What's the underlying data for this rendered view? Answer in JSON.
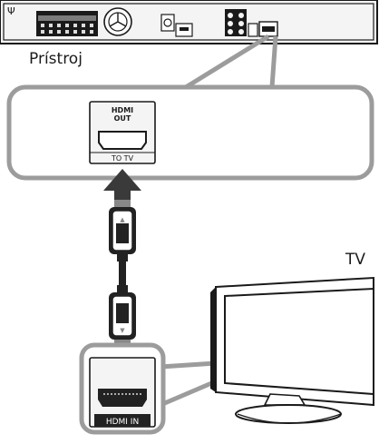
{
  "labels": {
    "device": "Prístroj",
    "tv": "TV"
  },
  "ports": {
    "device_port_line1": "HDMI",
    "device_port_line2": "OUT",
    "device_port_caption": "TO TV",
    "tv_port_caption": "HDMI IN"
  },
  "colors": {
    "callout_border": "#9c9c9c",
    "outline": "#1a1a1a",
    "arrow_dark": "#3a3a3a",
    "arrow_light": "#888888",
    "cable_plug": "#222222"
  }
}
